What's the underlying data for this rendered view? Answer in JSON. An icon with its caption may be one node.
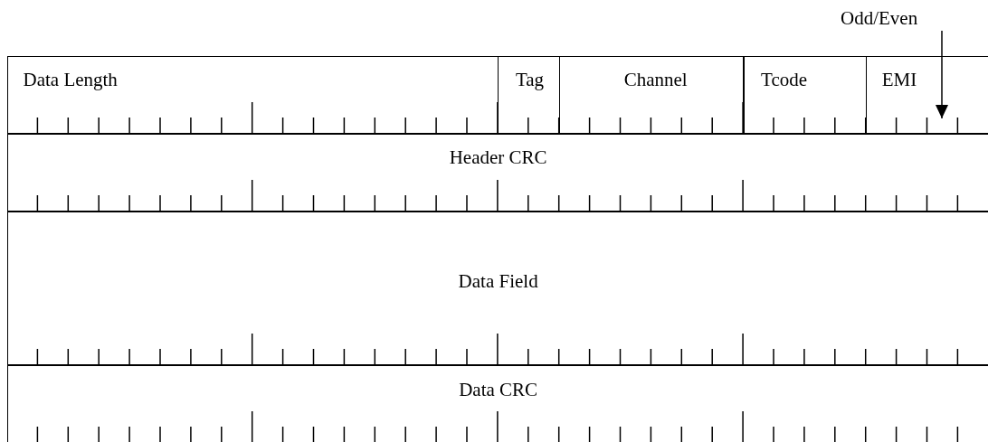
{
  "diagram": {
    "nodes": [
      {
        "text": [
          "Data Length"
        ]
      },
      {
        "text": [
          "Tag"
        ]
      },
      {
        "text": [
          "Channel"
        ]
      },
      {
        "text": [
          "Tcode"
        ]
      },
      {
        "text": [
          "EMI"
        ]
      },
      {
        "text": [
          "Header CRC"
        ]
      },
      {
        "text": [
          "Data Field"
        ]
      },
      {
        "text": [
          "Data CRC"
        ]
      },
      {
        "text": [
          "Odd/Even"
        ]
      }
    ],
    "edges": [
      {
        "from": 8,
        "to": 4,
        "arrow": "to"
      }
    ]
  }
}
